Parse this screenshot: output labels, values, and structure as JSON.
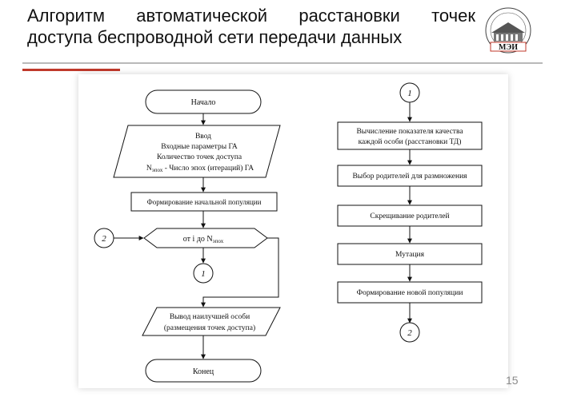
{
  "slide": {
    "title_line1_words": [
      "Алгоритм",
      "автоматической",
      "расстановки",
      "точек"
    ],
    "title_line2": "доступа беспроводной сети передачи данных",
    "page_number": "15",
    "logo_text": "МЭИ",
    "accent_color": "#c0392b"
  },
  "flowchart": {
    "start": "Начало",
    "input_line1": "Ввод",
    "input_line2": "Входные параметры ГА",
    "input_line3": "Количество точек доступа",
    "input_line4_N": "N",
    "input_line4_sub": "эпох",
    "input_line4_rest": " - Число эпох (итераций) ГА",
    "init_population": "Формирование начальной популяции",
    "loop_prefix": "от i до N",
    "loop_sub": "эпох",
    "connector_1": "1",
    "connector_2": "2",
    "output_line1": "Вывод наилучшей особи",
    "output_line2": "(размещения точек доступа)",
    "end": "Конец",
    "fitness_line1": "Вычисление показателя качества",
    "fitness_line2": "каждой особи (расстановки ТД)",
    "select_parents": "Выбор родителей для размножения",
    "crossover": "Скрещивание родителей",
    "mutation": "Мутация",
    "new_population": "Формирование новой популяции"
  }
}
